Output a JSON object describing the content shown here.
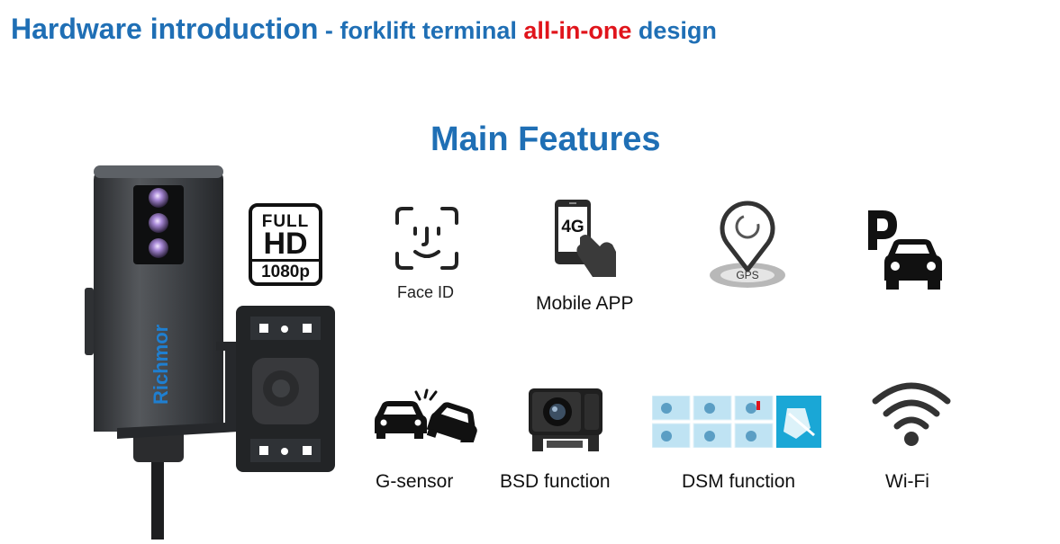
{
  "header": {
    "title_main": "Hardware introduction",
    "title_sep": " - ",
    "title_sub_a": "forklift terminal ",
    "title_sub_red": "all-in-one",
    "title_sub_b": " design"
  },
  "section_title": "Main Features",
  "device": {
    "brand": "Richmor",
    "badge_full": "FULL",
    "badge_hd": "HD",
    "badge_res": "1080p"
  },
  "features": {
    "face_id": "Face ID",
    "mobile_app": "Mobile APP",
    "mobile_badge": "4G",
    "gps_text": "GPS",
    "g_sensor": "G-sensor",
    "bsd": "BSD function",
    "dsm": "DSM function",
    "wifi": "Wi-Fi"
  },
  "colors": {
    "title_blue": "#1f6fb5",
    "accent_red": "#e0141b",
    "dsm_blue": "#bfe3f3"
  }
}
